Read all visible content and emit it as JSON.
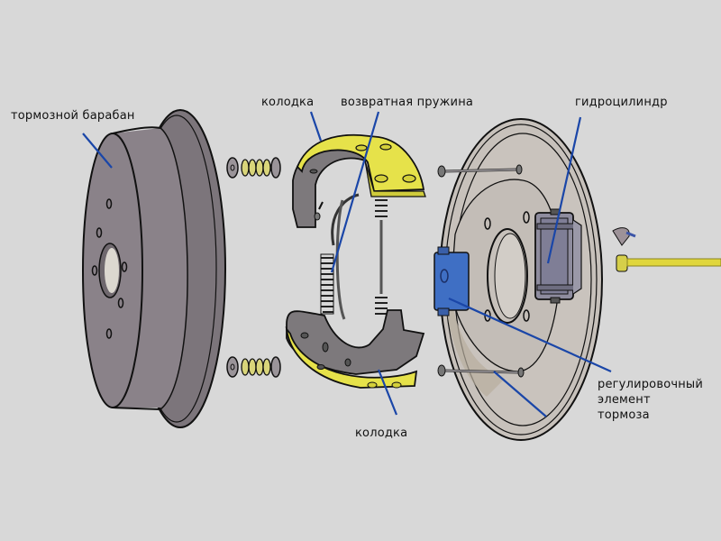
{
  "title": "Drum brake exploded view",
  "labels": {
    "drum": "тормозной барабан",
    "shoe_top": "колодка",
    "return_spring": "возвратная пружина",
    "wheel_cylinder": "гидроцилиндр",
    "adjuster_line1": "регулировочный",
    "adjuster_line2": "элемент",
    "adjuster_line3": "тормоза",
    "shoe_bottom": "колодка"
  },
  "colors": {
    "background": "#d8d8d8",
    "drum": "#8a8289",
    "drum_dark": "#6f686e",
    "lining": "#e6e24a",
    "shoe_web": "#7d797c",
    "backing_plate": "#c7c1bb",
    "cylinder": "#7f7e96",
    "adjuster": "#3f6fc4",
    "leader": "#1a46a8",
    "brake_line": "#e0d63c"
  }
}
